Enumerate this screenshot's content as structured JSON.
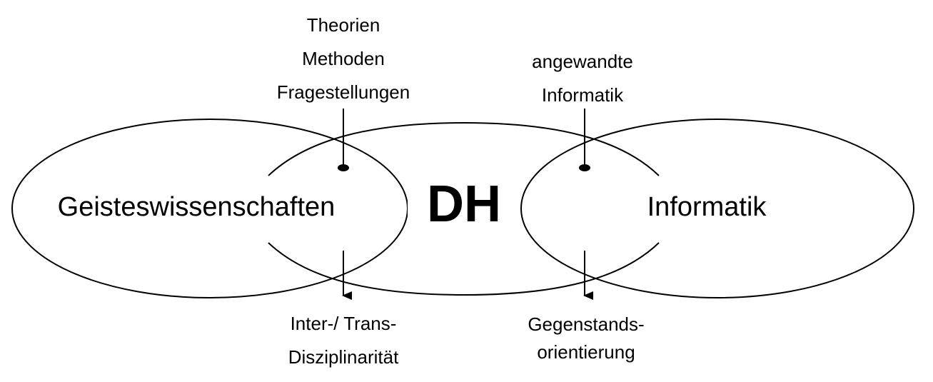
{
  "diagram": {
    "nodes": {
      "left": "Geisteswissenschaften",
      "center": "DH",
      "right": "Informatik"
    },
    "top_left": [
      "Theorien",
      "Methoden",
      "Fragestellungen"
    ],
    "top_right": [
      "angewandte",
      "Informatik"
    ],
    "bottom_left": [
      "Inter-/ Trans-",
      "Disziplinarität"
    ],
    "bottom_right": [
      "Gegenstands-",
      "orientierung"
    ],
    "colors": {
      "stroke": "#000000",
      "text": "#000000",
      "background": "#ffffff"
    }
  }
}
